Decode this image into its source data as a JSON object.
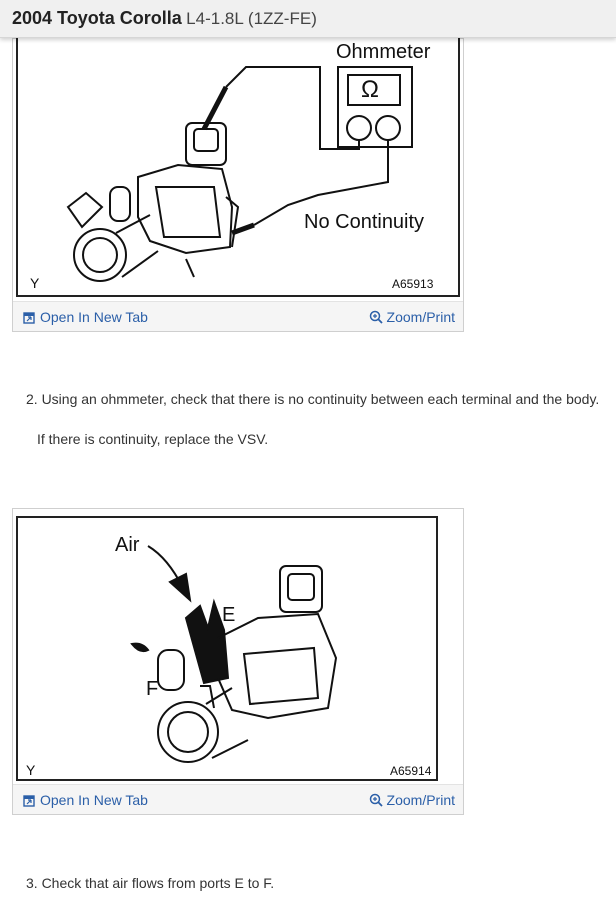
{
  "header": {
    "vehicle": "2004 Toyota Corolla",
    "engine": "L4-1.8L (1ZZ-FE)"
  },
  "figures": [
    {
      "labels": {
        "meter": "Ohmmeter",
        "omega": "Ω",
        "result": "No Continuity",
        "corner": "Y",
        "code": "A65913"
      },
      "toolbar": {
        "open": "Open In New Tab",
        "zoom": "Zoom/Print"
      }
    },
    {
      "labels": {
        "air": "Air",
        "port_e": "E",
        "port_f": "F",
        "corner": "Y",
        "code": "A65914"
      },
      "toolbar": {
        "open": "Open In New Tab",
        "zoom": "Zoom/Print"
      }
    }
  ],
  "steps": [
    {
      "text": "2. Using an ohmmeter, check that there is no continuity between each terminal and the body.",
      "note": "If there is continuity, replace the VSV."
    },
    {
      "text": "3. Check that air flows from ports E to F."
    }
  ],
  "colors": {
    "link": "#2b5fa8",
    "header_bg": "#f0f0f0"
  },
  "icons": {
    "open_tab": "open-in-new-tab-icon",
    "zoom": "zoom-magnifier-icon"
  }
}
